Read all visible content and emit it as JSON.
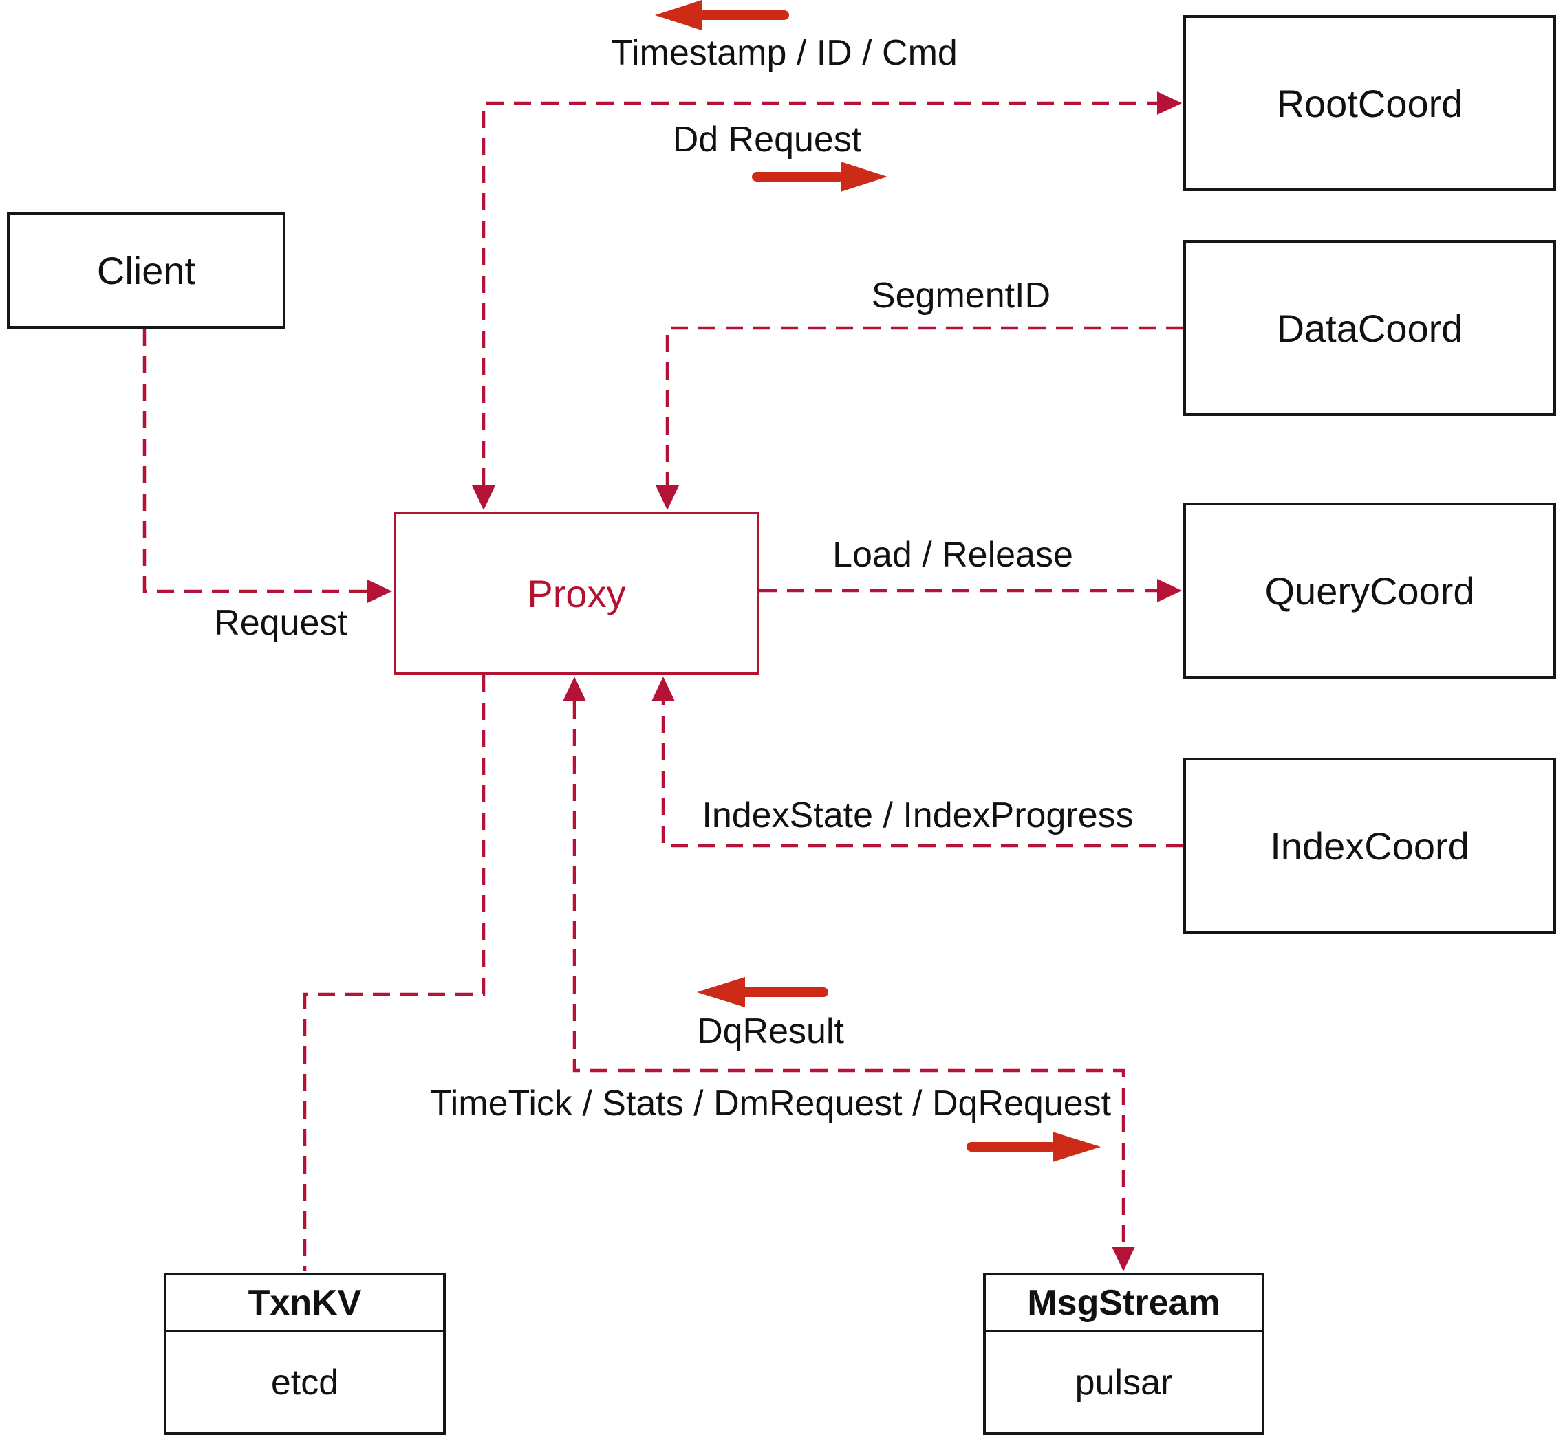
{
  "diagram": {
    "nodes": {
      "client": {
        "label": "Client"
      },
      "proxy": {
        "label": "Proxy"
      },
      "rootcoord": {
        "label": "RootCoord"
      },
      "datacoord": {
        "label": "DataCoord"
      },
      "querycoord": {
        "label": "QueryCoord"
      },
      "indexcoord": {
        "label": "IndexCoord"
      },
      "txnkv": {
        "title": "TxnKV",
        "sublabel": "etcd"
      },
      "msgstream": {
        "title": "MsgStream",
        "sublabel": "pulsar"
      }
    },
    "edge_labels": {
      "timestamp": "Timestamp / ID / Cmd",
      "dd_request": "Dd Request",
      "segment_id": "SegmentID",
      "load_release": "Load / Release",
      "index_state": "IndexState / IndexProgress",
      "request": "Request",
      "dq_result": "DqResult",
      "timetick": "TimeTick / Stats / DmRequest / DqRequest"
    },
    "colors": {
      "dashed_line": "#b51237",
      "solid_arrow": "#cd2a18",
      "proxy_accent": "#b31331",
      "box_border": "#161616",
      "text": "#111111",
      "background": "#ffffff"
    }
  }
}
